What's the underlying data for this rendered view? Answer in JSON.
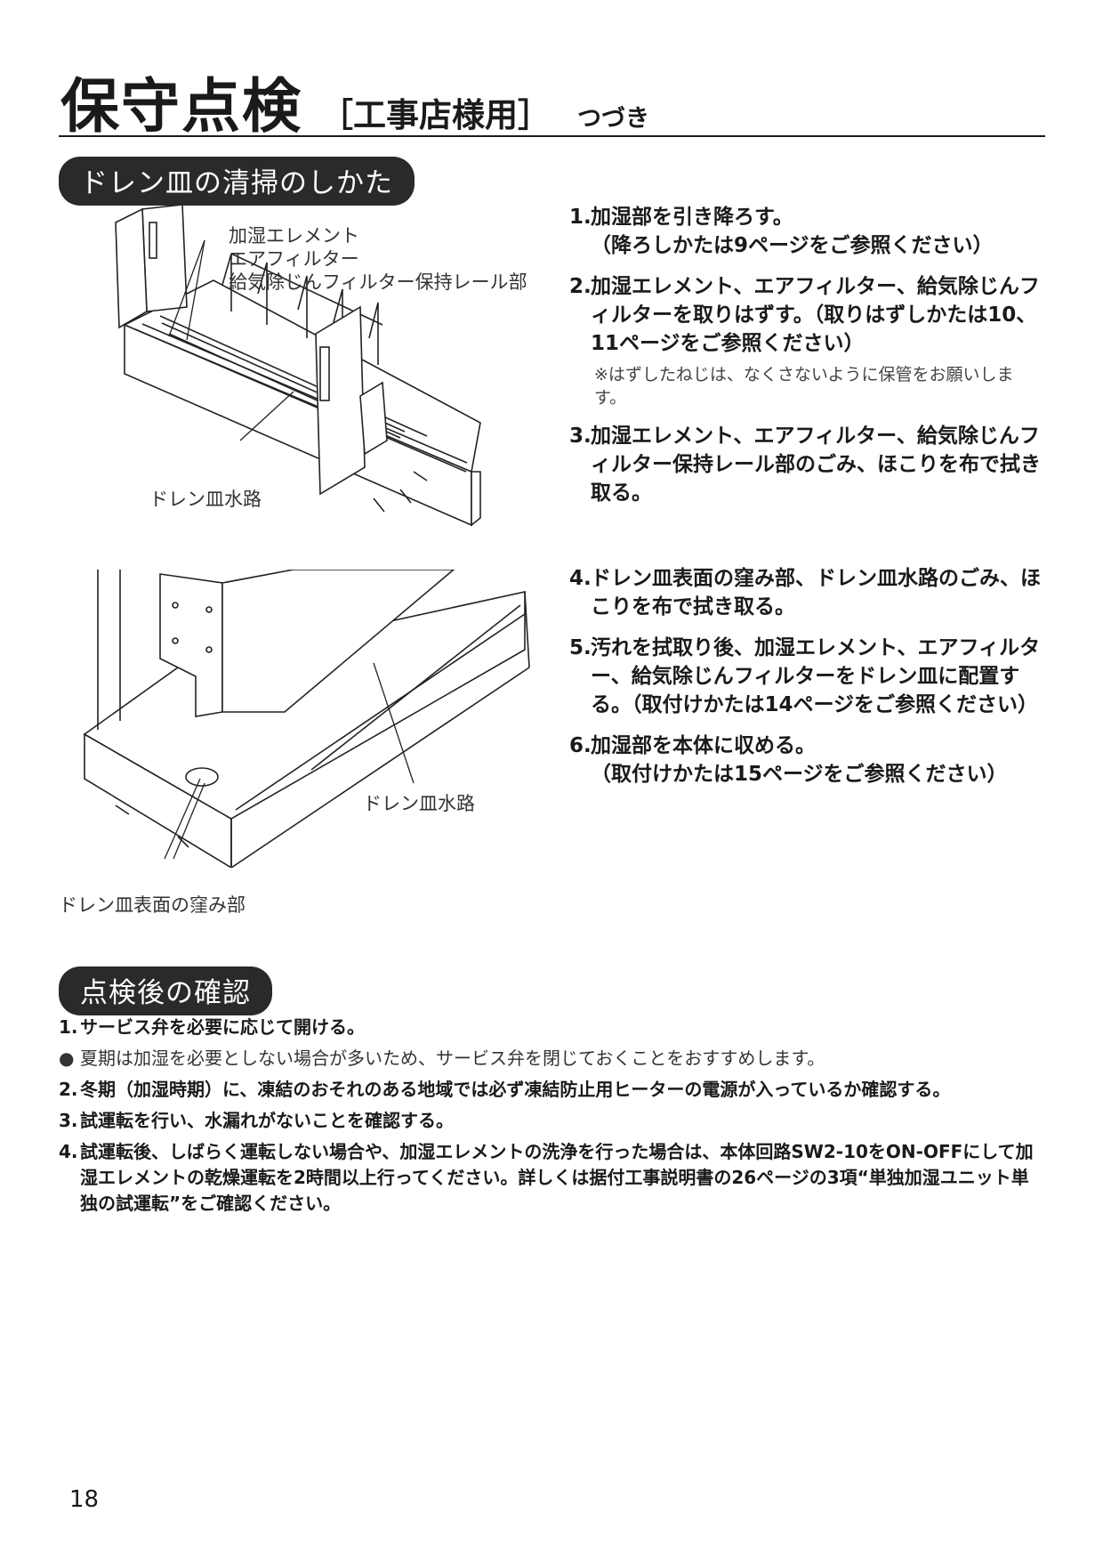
{
  "header": {
    "title": "保守点検",
    "subtitle": "［工事店様用］",
    "continued": "つづき"
  },
  "section1": {
    "heading": "ドレン皿の清掃のしかた",
    "figure1": {
      "labels": [
        "加湿エレメント",
        "エアフィルター",
        "給気除じんフィルター保持レール部",
        "ドレン皿水路"
      ]
    },
    "figure2": {
      "labels": [
        "ドレン皿水路",
        "ドレン皿表面の窪み部"
      ]
    },
    "steps": [
      {
        "num": "1.",
        "text": "加湿部を引き降ろす。\n（降ろしかたは9ページをご参照ください）"
      },
      {
        "num": "2.",
        "text": "加湿エレメント、エアフィルター、給気除じんフィルターを取りはずす。（取りはずしかたは10、11ページをご参照ください）",
        "note": "※はずしたねじは、なくさないように保管をお願いします。"
      },
      {
        "num": "3.",
        "text": "加湿エレメント、エアフィルター、給気除じんフィルター保持レール部のごみ、ほこりを布で拭き取る。"
      },
      {
        "num": "4.",
        "text": "ドレン皿表面の窪み部、ドレン皿水路のごみ、ほこりを布で拭き取る。"
      },
      {
        "num": "5.",
        "text": "汚れを拭取り後、加湿エレメント、エアフィルター、給気除じんフィルターをドレン皿に配置する。（取付けかたは14ページをご参照ください）"
      },
      {
        "num": "6.",
        "text": "加湿部を本体に収める。\n（取付けかたは15ページをご参照ください）"
      }
    ]
  },
  "section2": {
    "heading": "点検後の確認",
    "items": [
      {
        "num": "1.",
        "text": "サービス弁を必要に応じて開ける。",
        "bullet": false
      },
      {
        "num": "●",
        "text": "夏期は加湿を必要としない場合が多いため、サービス弁を閉じておくことをおすすめします。",
        "bullet": true
      },
      {
        "num": "2.",
        "text": "冬期（加湿時期）に、凍結のおそれのある地域では必ず凍結防止用ヒーターの電源が入っているか確認する。",
        "bullet": false
      },
      {
        "num": "3.",
        "text": "試運転を行い、水漏れがないことを確認する。",
        "bullet": false
      },
      {
        "num": "4.",
        "text": "試運転後、しばらく運転しない場合や、加湿エレメントの洗浄を行った場合は、本体回路SW2-10をON-OFFにして加湿エレメントの乾燥運転を2時間以上行ってください。詳しくは据付工事説明書の26ページの3項“単独加湿ユニット単独の試運転”をご確認ください。",
        "bullet": false
      }
    ]
  },
  "footer": {
    "page_number": "18"
  }
}
